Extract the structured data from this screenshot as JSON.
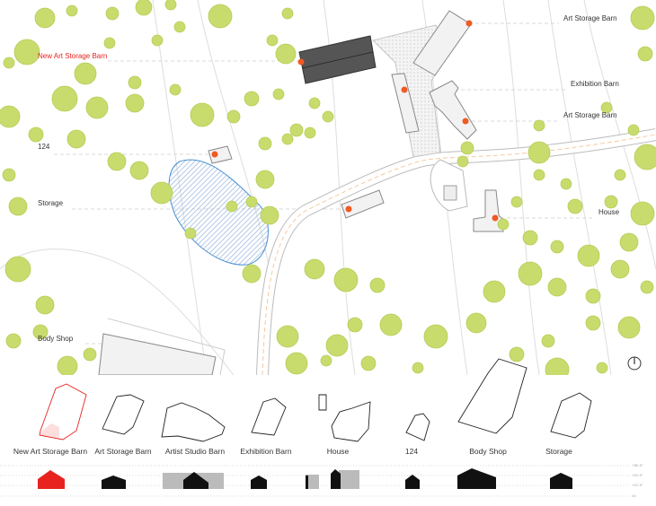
{
  "map_labels": {
    "new_art_storage_barn": "New Art Storage Barn",
    "art_storage_barn_1": "Art Storage Barn",
    "exhibition_barn": "Exhibition Barn",
    "art_storage_barn_2": "Art Storage Barn",
    "b124": "124",
    "storage": "Storage",
    "house": "House",
    "body_shop": "Body Shop"
  },
  "legend": [
    {
      "label": "New Art Storage Barn",
      "highlight": true
    },
    {
      "label": "Art Storage Barn"
    },
    {
      "label": "Artist Studio Barn"
    },
    {
      "label": "Exhibition Barn"
    },
    {
      "label": "House"
    },
    {
      "label": "124"
    },
    {
      "label": "Body Shop"
    },
    {
      "label": "Storage"
    }
  ],
  "elevations": [
    "+36'-0\"",
    "+24'-0\"",
    "+12'-0\"",
    "±0"
  ],
  "colors": {
    "accent": "#e8231f",
    "marker": "#f05a23",
    "tree": "#c8dc6e",
    "water": "#4a90d0"
  }
}
